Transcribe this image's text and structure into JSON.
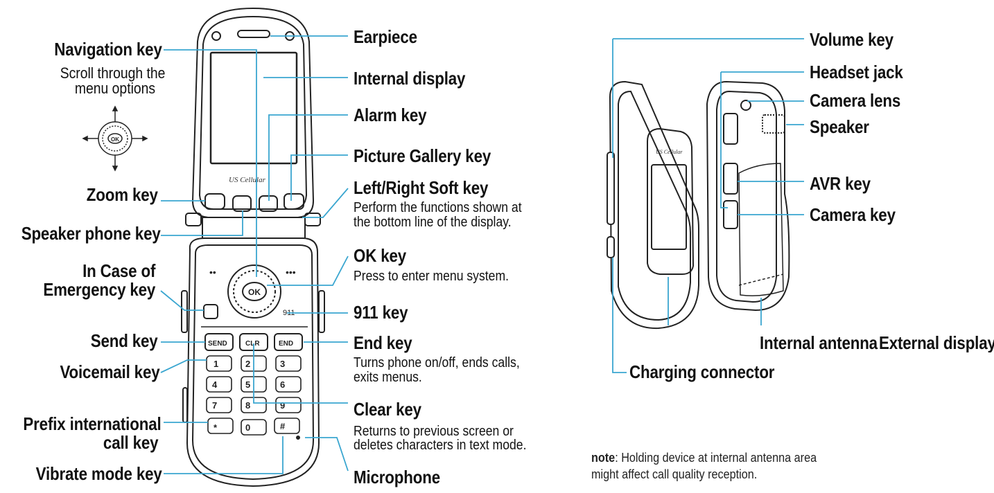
{
  "labels": {
    "earpiece": "Earpiece",
    "internal_display": "Internal display",
    "alarm_key": "Alarm key",
    "picture_gallery_key": "Picture Gallery key",
    "soft_key": "Left/Right Soft key",
    "soft_key_desc_1": "Perform the functions shown at",
    "soft_key_desc_2": "the bottom line of the display.",
    "ok_key": "OK key",
    "ok_key_desc": "Press to enter menu system.",
    "key_911": "911 key",
    "end_key": "End key",
    "end_key_desc_1": "Turns phone on/off, ends calls,",
    "end_key_desc_2": "exits menus.",
    "clear_key": "Clear key",
    "clear_key_desc_1": "Returns to previous screen or",
    "clear_key_desc_2": "deletes characters in text mode.",
    "microphone": "Microphone",
    "navigation_key": "Navigation key",
    "navigation_key_desc_1": "Scroll through the",
    "navigation_key_desc_2": "menu options",
    "zoom_key": "Zoom key",
    "speaker_phone_key": "Speaker phone key",
    "ice_key_1": "In Case of",
    "ice_key_2": "Emergency key",
    "send_key": "Send key",
    "voicemail_key": "Voicemail key",
    "prefix_key_1": "Prefix international",
    "prefix_key_2": "call key",
    "vibrate_key": "Vibrate mode key",
    "volume_key": "Volume key",
    "headset_jack": "Headset jack",
    "camera_lens": "Camera lens",
    "speaker": "Speaker",
    "avr_key": "AVR key",
    "camera_key": "Camera key",
    "internal_antenna": "Internal antenna",
    "external_display": "External display",
    "charging_connector": "Charging connector"
  },
  "phone": {
    "brand": "US Cellular",
    "nav_ok": "OK",
    "side_logo": "US Cellular",
    "keys": {
      "send": "SEND",
      "clr": "CLR",
      "end": "END",
      "k911": "911",
      "k1": "1",
      "k2": "2",
      "k3": "3",
      "k4": "4",
      "k5": "5",
      "k6": "6",
      "k7": "7",
      "k8": "8",
      "k9": "9",
      "kstar": "*",
      "k0": "0",
      "khash": "#"
    }
  },
  "note": {
    "prefix": "note",
    "line1": ": Holding device at internal antenna area",
    "line2": "might affect call quality reception."
  },
  "colors": {
    "leader": "#3aa6d0",
    "outline": "#222222",
    "text": "#111111"
  }
}
